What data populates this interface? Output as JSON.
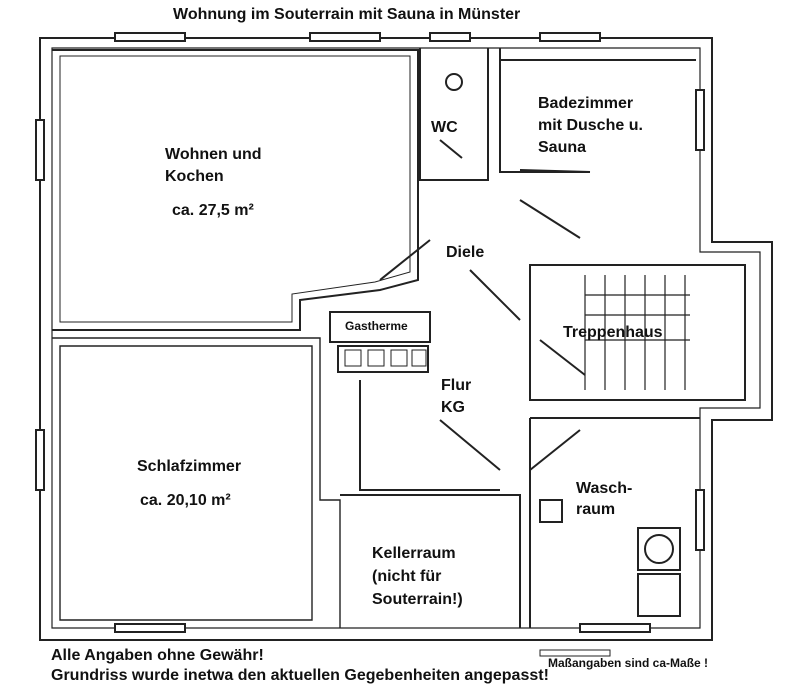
{
  "title": "Wohnung im Souterrain mit Sauna in Münster",
  "rooms": {
    "wohnen": {
      "name_line1": "Wohnen und",
      "name_line2": "Kochen",
      "area": "ca. 27,5 m²"
    },
    "wc": {
      "name": "WC"
    },
    "bad": {
      "line1": "Badezimmer",
      "line2": "mit Dusche u.",
      "line3": "Sauna"
    },
    "diele": {
      "name": "Diele"
    },
    "gastherme": {
      "name": "Gastherme"
    },
    "treppenhaus": {
      "name": "Treppenhaus"
    },
    "flur": {
      "line1": "Flur",
      "line2": "KG"
    },
    "schlaf": {
      "name": "Schlafzimmer",
      "area": "ca. 20,10 m²"
    },
    "wasch": {
      "line1": "Wasch-",
      "line2": "raum"
    },
    "keller": {
      "line1": "Kellerraum",
      "line2": "(nicht für",
      "line3": "Souterrain!)"
    }
  },
  "notes": {
    "disclaimer_line1": "Alle Angaben ohne Gewähr!",
    "disclaimer_line2": "Grundriss wurde inetwa den aktuellen Gegebenheiten angepasst!",
    "measure_note": "Maßangaben sind ca-Maße !"
  }
}
